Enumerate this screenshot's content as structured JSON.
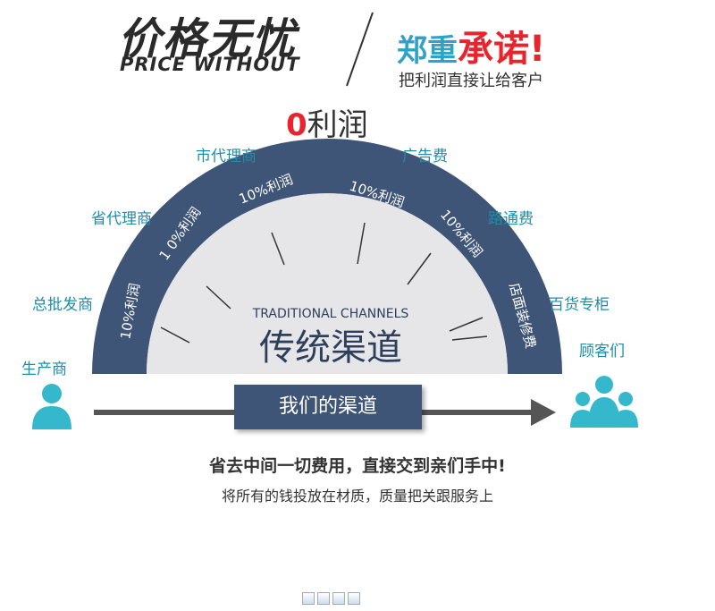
{
  "header": {
    "title_cn": "价格无忧",
    "title_en": "PRICE WITHOUT",
    "promise_blue": "郑重",
    "promise_red": "承诺",
    "promise_mark": "!",
    "promise_sub": "把利润直接让给客户"
  },
  "zero_profit": {
    "number": "0",
    "text": "利润"
  },
  "labels": {
    "producer": "生产商",
    "wholesaler": "总批发商",
    "province_agent": "省代理商",
    "city_agent": "市代理商",
    "ad_fee": "广告费",
    "road_fee": "路通费",
    "department_store": "百货专柜",
    "customers": "顾客们"
  },
  "arc": {
    "segments": [
      "10%利润",
      "1 0%利润",
      "10%利润",
      "10%利润",
      "10%利润",
      "店面装修费"
    ],
    "center_en": "TRADITIONAL CHANNELS",
    "center_cn": "传统渠道"
  },
  "our_channel": "我们的渠道",
  "bottom": {
    "line1": "省去中间一切费用，直接交到亲们手中!",
    "line2": "将所有的钱投放在材质，质量把关跟服务上"
  },
  "colors": {
    "arc": "#3f5577",
    "teal": "#2fa3c7",
    "red": "#e8242d",
    "inner": "#e6e6e9"
  }
}
